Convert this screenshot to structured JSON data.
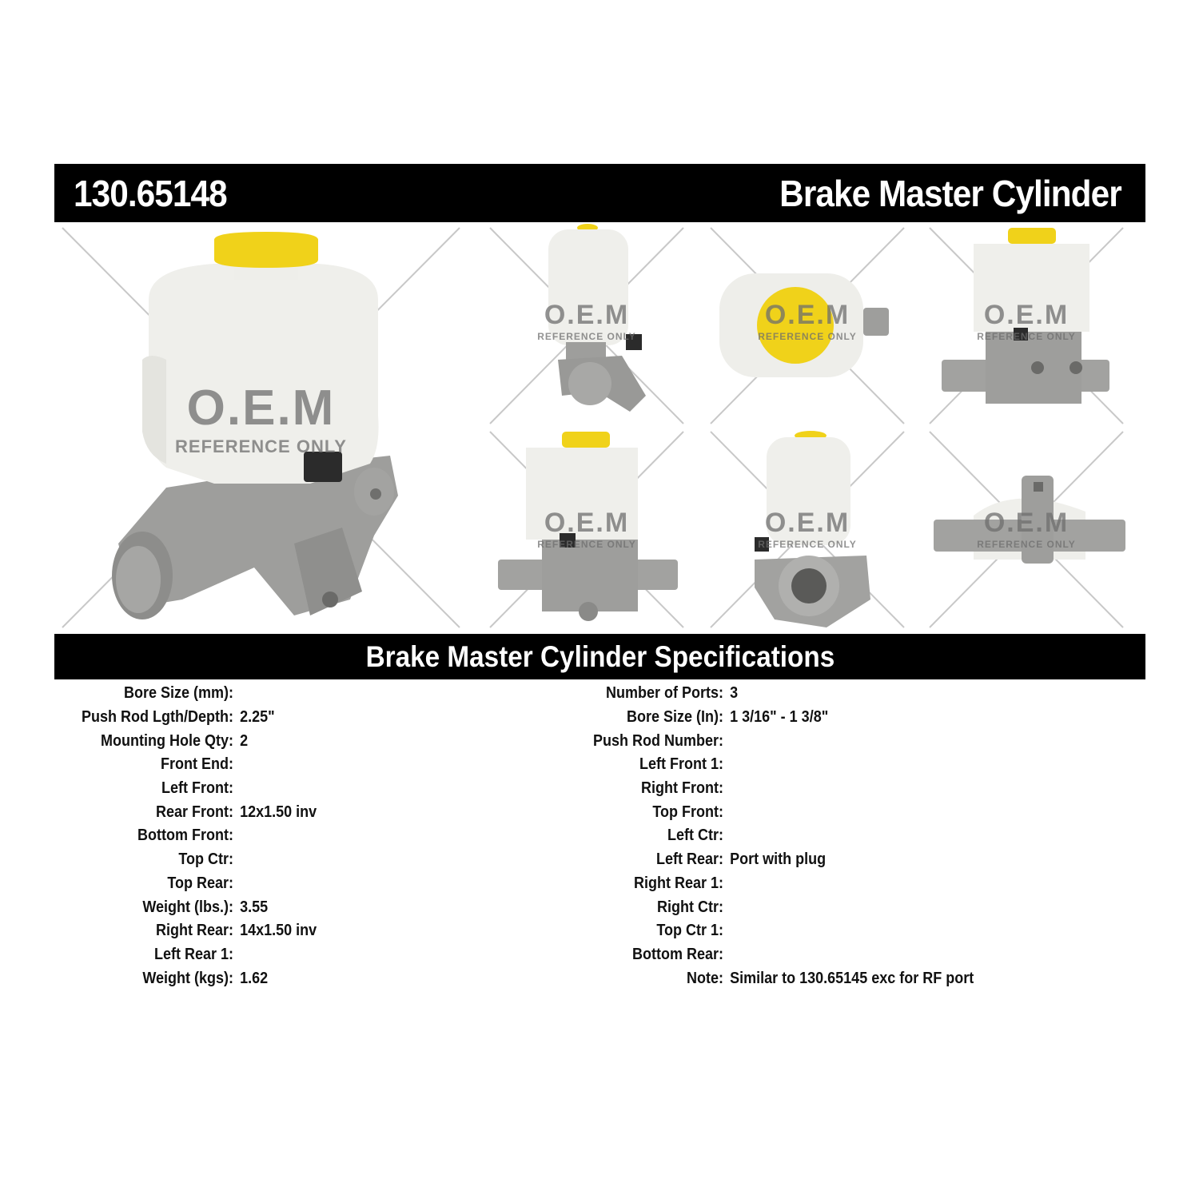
{
  "header": {
    "part_number": "130.65148",
    "product_type": "Brake Master Cylinder"
  },
  "gallery": {
    "watermark_main": "O.E.M",
    "watermark_sub": "REFERENCE ONLY",
    "images": [
      {
        "view": "main-iso-view"
      },
      {
        "view": "end-view"
      },
      {
        "view": "top-view"
      },
      {
        "view": "side-view-right"
      },
      {
        "view": "front-view"
      },
      {
        "view": "bore-end-view"
      },
      {
        "view": "bottom-view"
      }
    ],
    "colors": {
      "reservoir": "#eeeeea",
      "cap": "#f0d21a",
      "body": "#9c9c9a",
      "connector": "#2b2b2b",
      "cross_lines": "#bdbdbd"
    }
  },
  "specs": {
    "title": "Brake Master Cylinder Specifications",
    "left": [
      {
        "label": "Bore Size (mm):",
        "value": ""
      },
      {
        "label": "Push Rod Lgth/Depth:",
        "value": "2.25\""
      },
      {
        "label": "Mounting Hole Qty:",
        "value": "2"
      },
      {
        "label": "Front End:",
        "value": ""
      },
      {
        "label": "Left Front:",
        "value": ""
      },
      {
        "label": "Rear Front:",
        "value": "12x1.50 inv"
      },
      {
        "label": "Bottom Front:",
        "value": ""
      },
      {
        "label": "Top Ctr:",
        "value": ""
      },
      {
        "label": "Top Rear:",
        "value": ""
      },
      {
        "label": "Weight (lbs.):",
        "value": "3.55"
      },
      {
        "label": "Right Rear:",
        "value": "14x1.50 inv"
      },
      {
        "label": "Left Rear 1:",
        "value": ""
      },
      {
        "label": "Weight (kgs):",
        "value": "1.62"
      }
    ],
    "right": [
      {
        "label": "Number of Ports:",
        "value": "3"
      },
      {
        "label": "Bore Size (In):",
        "value": "1 3/16\" - 1 3/8\""
      },
      {
        "label": "Push Rod Number:",
        "value": ""
      },
      {
        "label": "Left Front 1:",
        "value": ""
      },
      {
        "label": "Right Front:",
        "value": ""
      },
      {
        "label": "Top Front:",
        "value": ""
      },
      {
        "label": "Left Ctr:",
        "value": ""
      },
      {
        "label": "Left Rear:",
        "value": "Port with plug"
      },
      {
        "label": "Right Rear 1:",
        "value": ""
      },
      {
        "label": "Right Ctr:",
        "value": ""
      },
      {
        "label": "Top Ctr 1:",
        "value": ""
      },
      {
        "label": "Bottom Rear:",
        "value": ""
      },
      {
        "label": "Note:",
        "value": "Similar to 130.65145 exc for RF port"
      }
    ]
  }
}
